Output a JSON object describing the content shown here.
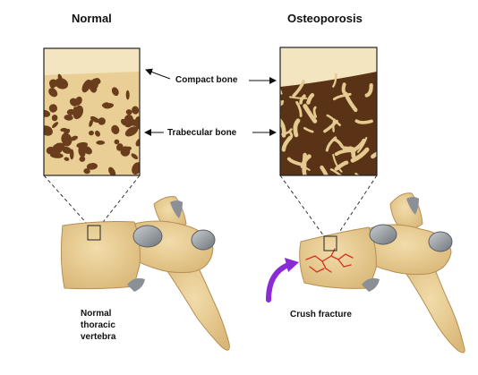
{
  "headers": {
    "left": "Normal",
    "right": "Osteoporosis"
  },
  "labels": {
    "compact_bone": "Compact bone",
    "trabecular_bone": "Trabecular bone",
    "normal_vertebra": [
      "Normal",
      "thoracic",
      "vertebra"
    ],
    "crush_fracture": "Crush fracture"
  },
  "colors": {
    "bone": "#e4c990",
    "bone_edge": "#b58e52",
    "cortex": "#f3e5bf",
    "pore_normal": "#6a3e1d",
    "pore_osteo": "#5a3216",
    "fracture": "#d83020",
    "arrow": "#8a2bd6",
    "facet": "#9aa0a6"
  }
}
